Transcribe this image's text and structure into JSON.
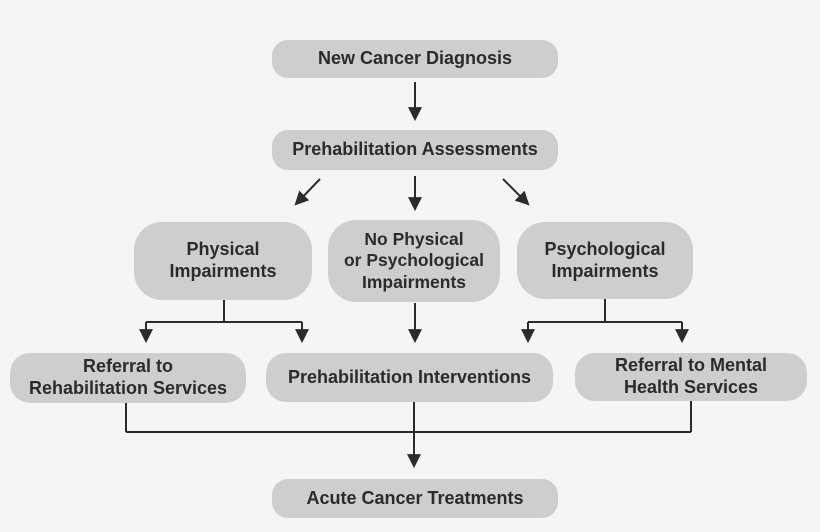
{
  "diagram": {
    "title": "Cancer prehabilitation care pathway flowchart",
    "type": "flowchart",
    "colors": {
      "background": "#f5f5f6",
      "node_fill": "#cecece",
      "text": "#2b2b2b",
      "line": "#2b2b2b"
    },
    "nodes": {
      "new_diagnosis": {
        "label": "New Cancer Diagnosis"
      },
      "assessments": {
        "label": "Prehabilitation Assessments"
      },
      "physical": {
        "label": "Physical\nImpairments"
      },
      "no_impairments": {
        "label": "No Physical\nor Psychological\nImpairments"
      },
      "psychological": {
        "label": "Psychological\nImpairments"
      },
      "referral_rehab": {
        "label": "Referral to\nRehabilitation Services"
      },
      "interventions": {
        "label": "Prehabilitation Interventions"
      },
      "referral_mental": {
        "label": "Referral to Mental\nHealth Services"
      },
      "acute": {
        "label": "Acute Cancer Treatments"
      }
    },
    "edges": [
      "New Cancer Diagnosis -> Prehabilitation Assessments",
      "Prehabilitation Assessments -> Physical Impairments",
      "Prehabilitation Assessments -> No Physical or Psychological Impairments",
      "Prehabilitation Assessments -> Psychological Impairments",
      "Physical Impairments -> Referral to Rehabilitation Services",
      "Physical Impairments -> Prehabilitation Interventions",
      "No Physical or Psychological Impairments -> Prehabilitation Interventions",
      "Psychological Impairments -> Prehabilitation Interventions",
      "Psychological Impairments -> Referral to Mental Health Services",
      "Referral to Rehabilitation Services -> Acute Cancer Treatments",
      "Prehabilitation Interventions -> Acute Cancer Treatments",
      "Referral to Mental Health Services -> Acute Cancer Treatments"
    ]
  }
}
